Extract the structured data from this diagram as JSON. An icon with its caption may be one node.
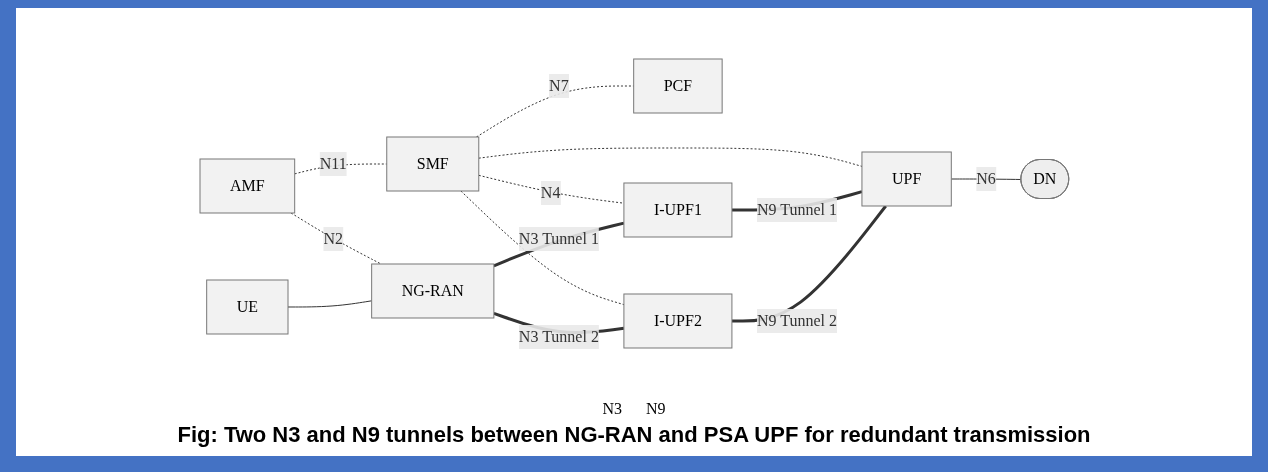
{
  "diagram": {
    "caption": "Fig: Two N3 and N9 tunnels between NG-RAN and PSA UPF for redundant transmission",
    "nodes": [
      {
        "text": [
          "AMF"
        ]
      },
      {
        "text": [
          "SMF"
        ]
      },
      {
        "text": [
          "PCF"
        ]
      },
      {
        "text": [
          "UE"
        ]
      },
      {
        "text": [
          "NG-RAN"
        ]
      },
      {
        "text": [
          "I-UPF1"
        ]
      },
      {
        "text": [
          "I-UPF2"
        ]
      },
      {
        "text": [
          "UPF"
        ]
      },
      {
        "text": [
          "DN"
        ]
      }
    ],
    "edges": [
      {
        "from": 0,
        "to": 1,
        "arrow": "none",
        "label": "N11",
        "style": "dashed"
      },
      {
        "from": 1,
        "to": 2,
        "arrow": "none",
        "label": "N7",
        "style": "dashed"
      },
      {
        "from": 0,
        "to": 4,
        "arrow": "none",
        "label": "N2",
        "style": "dashed"
      },
      {
        "from": 1,
        "to": 5,
        "arrow": "none",
        "label": "N4",
        "style": "dashed"
      },
      {
        "from": 1,
        "to": 6,
        "arrow": "none",
        "style": "dashed"
      },
      {
        "from": 1,
        "to": 7,
        "arrow": "none",
        "style": "dashed"
      },
      {
        "from": 3,
        "to": 4,
        "arrow": "none"
      },
      {
        "from": 4,
        "to": 5,
        "arrow": "none",
        "label": "N3 Tunnel 1",
        "style": "thick"
      },
      {
        "from": 4,
        "to": 6,
        "arrow": "none",
        "label": "N3 Tunnel 2",
        "style": "thick"
      },
      {
        "from": 5,
        "to": 7,
        "arrow": "none",
        "label": "N9 Tunnel 1",
        "style": "thick"
      },
      {
        "from": 6,
        "to": 7,
        "arrow": "none",
        "label": "N9 Tunnel 2",
        "style": "thick"
      },
      {
        "from": 7,
        "to": 8,
        "arrow": "none",
        "label": "N6"
      }
    ],
    "labels": [
      "N3",
      "N9"
    ]
  }
}
